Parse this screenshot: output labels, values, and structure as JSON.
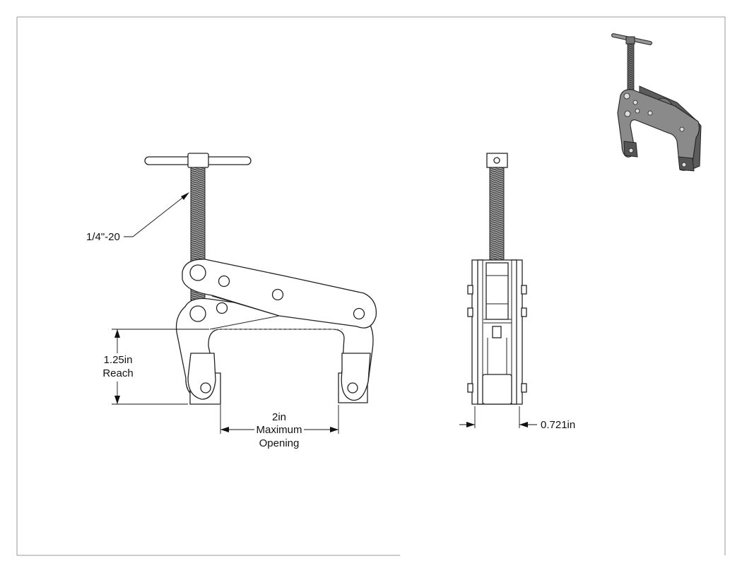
{
  "drawing": {
    "thread_label": "1/4\"-20",
    "reach_value": "1.25in",
    "reach_word": "Reach",
    "opening_value": "2in",
    "opening_word1": "Maximum",
    "opening_word2": "Opening",
    "width_value": "0.721in"
  },
  "colors": {
    "line": "#222222",
    "iso_body": "#8a8a8a",
    "iso_dark": "#5c5c5c",
    "thread_fill": "#555555",
    "frame": "#999999"
  }
}
